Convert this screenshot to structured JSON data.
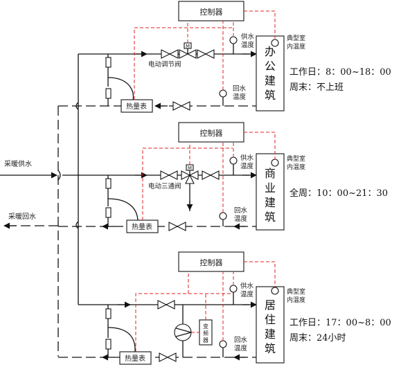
{
  "supply_label": "采暖供水",
  "return_label": "采暖回水",
  "units": [
    {
      "controller": "控制器",
      "building": [
        "办",
        "公",
        "建",
        "筑"
      ],
      "supply_temp": [
        "供水",
        "温度"
      ],
      "return_temp": [
        "回水",
        "温度"
      ],
      "indoor_temp": [
        "典型室",
        "内温度"
      ],
      "meter": "热量表",
      "valve_label": "电动调节阀",
      "schedule": [
        "工作日：8：00~18：00",
        "周末：不上班"
      ]
    },
    {
      "controller": "控制器",
      "building": [
        "商",
        "业",
        "建",
        "筑"
      ],
      "supply_temp": [
        "供水",
        "温度"
      ],
      "return_temp": [
        "回水",
        "温度"
      ],
      "indoor_temp": [
        "典型室",
        "内温度"
      ],
      "meter": "热量表",
      "valve_label": "电动三通阀",
      "schedule": [
        "全周：10：00~21：30"
      ]
    },
    {
      "controller": "控制器",
      "building": [
        "居",
        "住",
        "建",
        "筑"
      ],
      "supply_temp": [
        "供水",
        "温度"
      ],
      "return_temp": [
        "回水",
        "温度"
      ],
      "indoor_temp": [
        "典型室",
        "内温度"
      ],
      "meter": "热量表",
      "vfd_label": [
        "变",
        "频",
        "器"
      ],
      "schedule": [
        "工作日：17：00~8：00",
        "周末：24小时"
      ]
    }
  ]
}
